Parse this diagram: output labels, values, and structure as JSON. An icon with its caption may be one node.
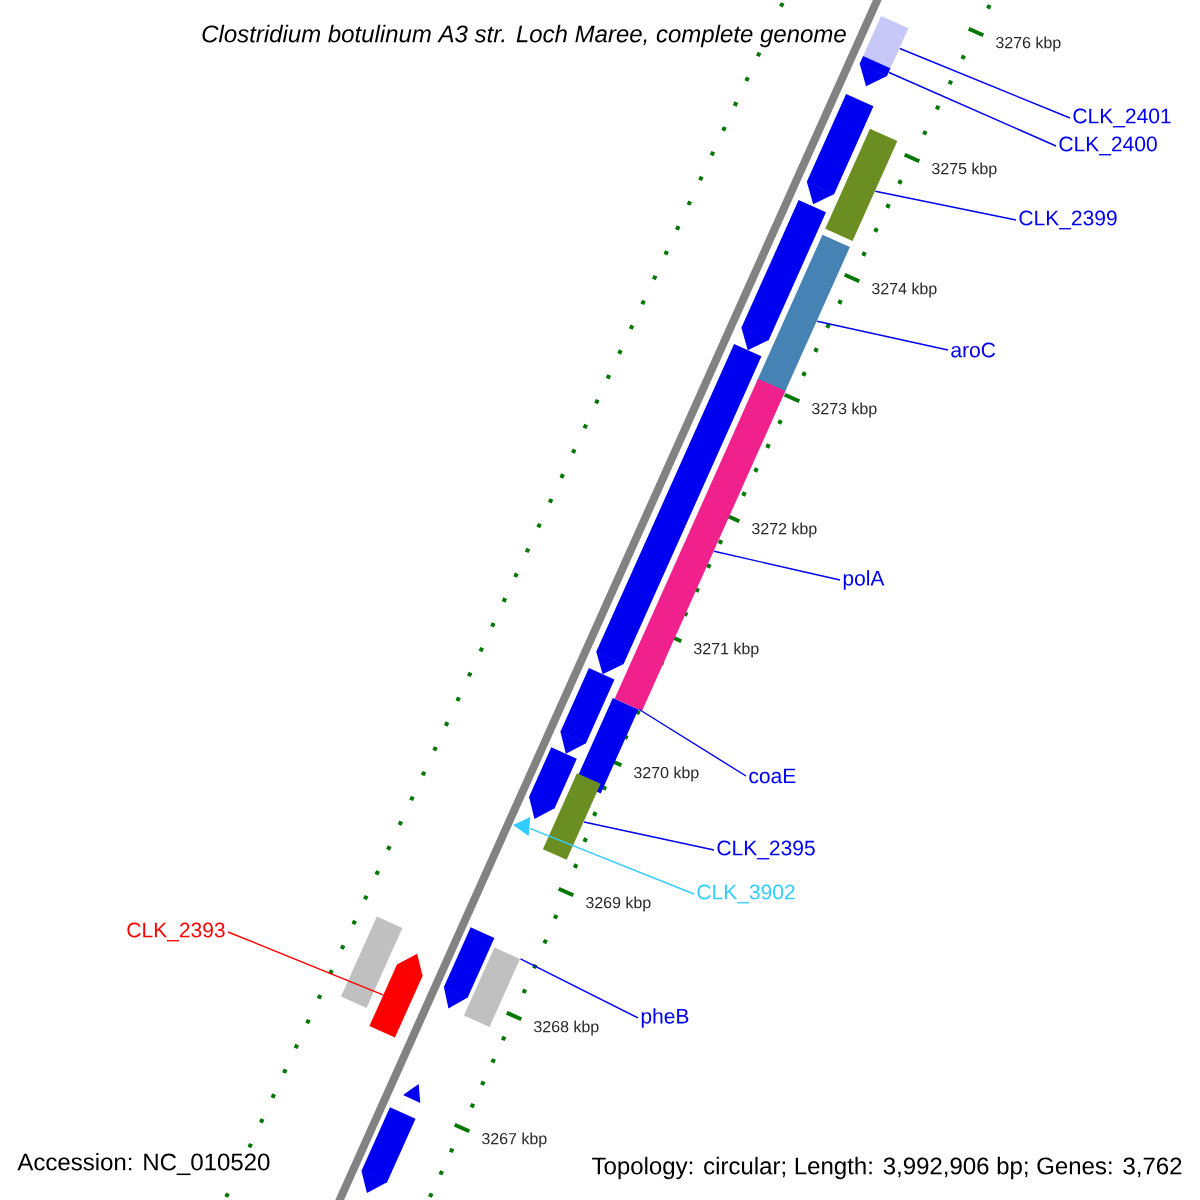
{
  "diagram": {
    "title": "Clostridium botulinum A3 str. Loch Maree, complete genome",
    "nodes": [
      {
        "text": [
          "CLK_2401"
        ]
      },
      {
        "text": [
          "CLK_2400"
        ]
      },
      {
        "text": [
          "CLK_2399"
        ]
      },
      {
        "text": [
          "aroC"
        ]
      },
      {
        "text": [
          "polA"
        ]
      },
      {
        "text": [
          "coaE"
        ]
      },
      {
        "text": [
          "CLK_2395"
        ]
      },
      {
        "text": [
          "CLK_3902"
        ]
      },
      {
        "text": [
          "pheB"
        ]
      },
      {
        "text": [
          "CLK_2393"
        ]
      },
      {
        "text": [],
        "shape": "bar"
      },
      {
        "text": [],
        "shape": "bar"
      },
      {
        "text": [],
        "shape": "bar"
      },
      {
        "text": [],
        "shape": "bar"
      },
      {
        "text": [],
        "shape": "bar"
      },
      {
        "text": [],
        "shape": "bar"
      },
      {
        "text": [],
        "shape": "bar"
      },
      {
        "text": [],
        "shape": "triangle"
      },
      {
        "text": [],
        "shape": "bar"
      },
      {
        "text": [],
        "shape": "bar"
      },
      {
        "text": [],
        "shape": "bar"
      },
      {
        "text": [],
        "shape": "bar"
      },
      {
        "text": [],
        "shape": "bar"
      },
      {
        "text": [],
        "shape": "bar"
      },
      {
        "text": [],
        "shape": "bar"
      },
      {
        "text": [],
        "shape": "bar"
      },
      {
        "text": [],
        "shape": "bar"
      },
      {
        "text": [],
        "shape": "triangle"
      },
      {
        "text": [],
        "shape": "bar"
      }
    ],
    "edges": [
      {
        "from": 0,
        "to": 10,
        "arrow": "none"
      },
      {
        "from": 1,
        "to": 11,
        "arrow": "none"
      },
      {
        "from": 2,
        "to": 12,
        "arrow": "none"
      },
      {
        "from": 3,
        "to": 13,
        "arrow": "none"
      },
      {
        "from": 4,
        "to": 14,
        "arrow": "none"
      },
      {
        "from": 5,
        "to": 15,
        "arrow": "none"
      },
      {
        "from": 6,
        "to": 16,
        "arrow": "none"
      },
      {
        "from": 7,
        "to": 17,
        "arrow": "none",
        "color": "#33ccff"
      },
      {
        "from": 8,
        "to": 18,
        "arrow": "none"
      },
      {
        "from": 9,
        "to": 19,
        "arrow": "none",
        "color": "#ff0000"
      }
    ],
    "labels": [
      "3276 kbp",
      "3275 kbp",
      "3274 kbp",
      "3273 kbp",
      "3272 kbp",
      "3271 kbp",
      "3270 kbp",
      "3269 kbp",
      "3268 kbp",
      "3267 kbp",
      "Accession: NC_010520",
      "Topology: circular; Length: 3,992,906 bp; Genes: 3,762"
    ]
  }
}
